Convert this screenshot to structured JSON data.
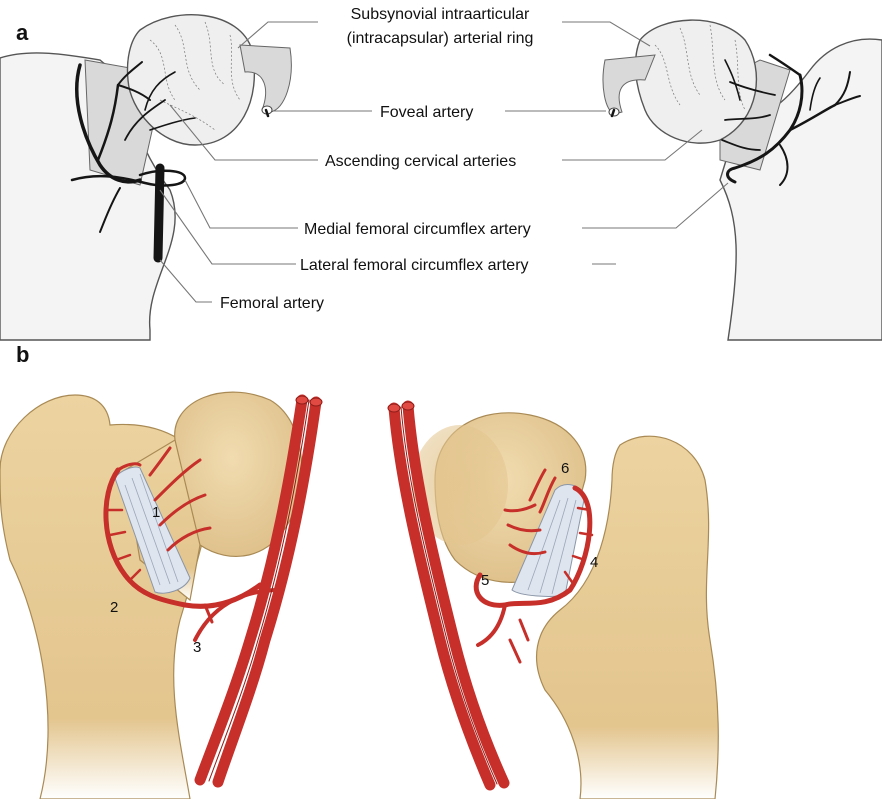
{
  "panels": {
    "a": {
      "letter": "a",
      "labels": {
        "ring_line1": "Subsynovial intraarticular",
        "ring_line2": "(intracapsular) arterial ring",
        "foveal": "Foveal artery",
        "ascending": "Ascending cervical arteries",
        "medial": "Medial femoral circumflex artery",
        "lateral": "Lateral femoral circumflex artery",
        "femoral": "Femoral artery"
      }
    },
    "b": {
      "letter": "b",
      "numbers": [
        "1",
        "2",
        "3",
        "4",
        "5",
        "6"
      ]
    }
  },
  "colors": {
    "artery": "#c62f2a",
    "bone": "#e8cf9c",
    "capsule": "#dfe5ee",
    "vessel_line_drawing": "#151515"
  }
}
